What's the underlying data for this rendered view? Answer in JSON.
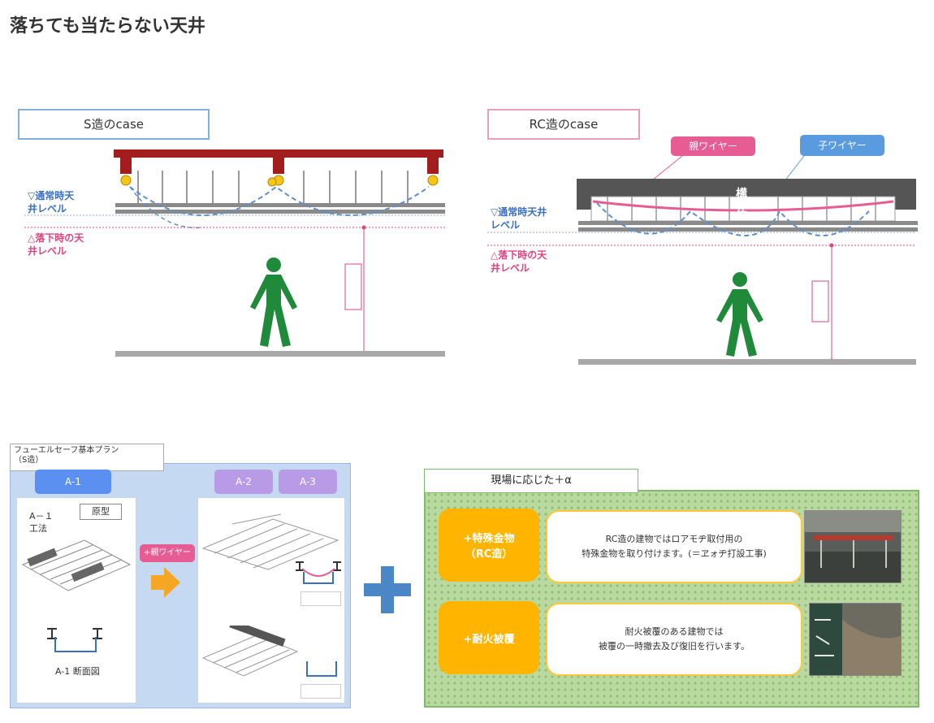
{
  "page_title": "落ちても当たらない天井",
  "s_case": {
    "label": "S造のcase",
    "normal_level": "▽通常時天\n井レベル",
    "fall_level": "△落下時の天\n井レベル"
  },
  "rc_case": {
    "label": "RC造のcase",
    "parent_wire": "親ワイヤー",
    "child_wire": "子ワイヤー",
    "normal_level": "▽通常時天井\nレベル",
    "fall_level": "△落下時の天\n井レベル",
    "slab_text": "構\n体"
  },
  "plan": {
    "title": "フューエルセーフ基本プラン\n（S造）",
    "tab_a1": "A-1",
    "tab_a2": "A-2",
    "tab_a3": "A-3",
    "a1_method": "A－１\n工法",
    "a1_prototype": "原型",
    "a1_section": "A-1 断面図",
    "wire_tag": "+親ワイヤー"
  },
  "onsite": {
    "title": "現場に応じた＋α",
    "item1_label": "+特殊金物\n（RC造）",
    "item1_text": "RC造の建物ではロアモヂ取付用の\n特殊金物を取り付けます。(＝ヱォヂ打設工事)",
    "item2_label": "+耐火被覆",
    "item2_text": "耐火被覆のある建物では\n被覆の一時撤去及び復旧を行います。"
  },
  "colors": {
    "beam_red": "#a31d1d",
    "accent_blue": "#3a6fc4",
    "accent_pink": "#e0437f",
    "figure_green": "#1f8a3a",
    "orange": "#ffb400",
    "plan_bg": "#c5daf2",
    "onsite_bg": "#b9d9a0"
  },
  "icons": [
    "person-icon",
    "arrow-right-icon",
    "plus-icon"
  ]
}
